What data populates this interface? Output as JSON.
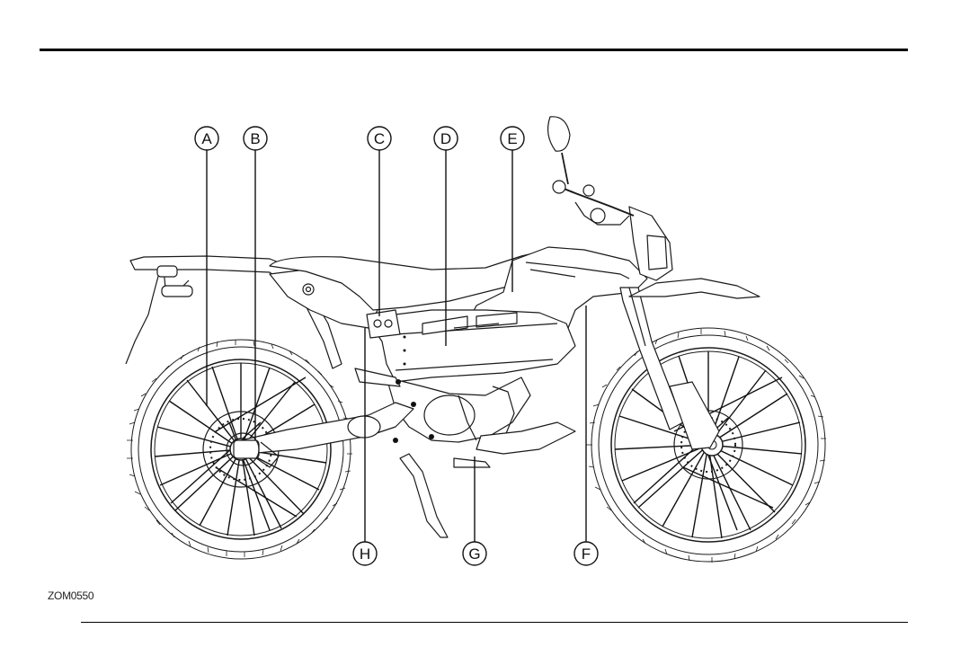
{
  "figure_code": "ZOM0550",
  "callouts": {
    "a": "A",
    "b": "B",
    "c": "C",
    "d": "D",
    "e": "E",
    "f": "F",
    "g": "G",
    "h": "H"
  },
  "colors": {
    "line": "#1a1a1a",
    "rule": "#000000",
    "background": "#ffffff"
  }
}
